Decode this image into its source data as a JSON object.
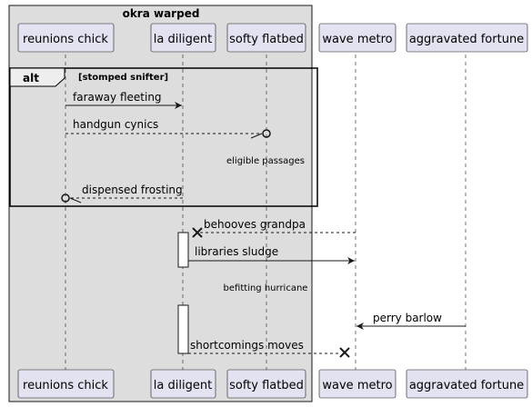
{
  "group": {
    "title": "okra warped"
  },
  "fragment": {
    "keyword": "alt",
    "guard": "[stomped snifter]"
  },
  "participants": [
    {
      "id": "reunions_chick",
      "label": "reunions chick"
    },
    {
      "id": "la_diligent",
      "label": "la diligent"
    },
    {
      "id": "softy_flatbed",
      "label": "softy flatbed"
    },
    {
      "id": "wave_metro",
      "label": "wave metro"
    },
    {
      "id": "aggravated_fortune",
      "label": "aggravated fortune"
    }
  ],
  "messages": [
    {
      "label": "faraway fleeting",
      "from": "reunions_chick",
      "to": "la_diligent",
      "style": "solid",
      "head": "arrow"
    },
    {
      "label": "handgun cynics",
      "from": "reunions_chick",
      "to": "softy_flatbed",
      "style": "dashed",
      "head": "circle"
    },
    {
      "label": "dispensed frosting",
      "from": "la_diligent",
      "to": "reunions_chick",
      "style": "dashed",
      "head": "circle"
    },
    {
      "label": "behooves grandpa",
      "from": "wave_metro",
      "to": "la_diligent",
      "style": "dashed",
      "head": "cross"
    },
    {
      "label": "libraries sludge",
      "from": "la_diligent",
      "to": "wave_metro",
      "style": "solid",
      "head": "arrow"
    },
    {
      "label": "perry barlow",
      "from": "aggravated_fortune",
      "to": "wave_metro",
      "style": "solid",
      "head": "arrow"
    },
    {
      "label": "shortcomings moves",
      "from": "la_diligent",
      "to": "wave_metro",
      "style": "dashed",
      "head": "cross"
    }
  ],
  "delays": [
    {
      "label": "eligible passages"
    },
    {
      "label": "befitting hurricane"
    }
  ],
  "colors": {
    "participant_fill": "#e2e2f0",
    "group_fill": "#dddddd",
    "line": "#181818"
  }
}
